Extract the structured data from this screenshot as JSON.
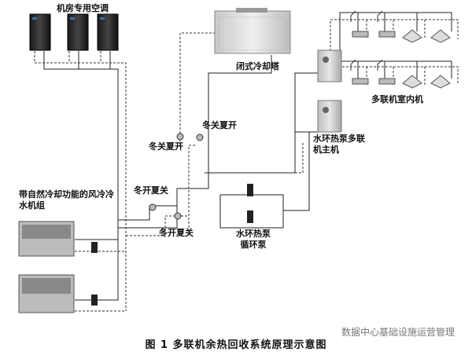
{
  "labels": {
    "crac": "机房专用空调",
    "cooling_tower": "闭式冷却塔",
    "vrf_indoor": "多联机室内机",
    "wshp_host": "水环热泵多联机主机",
    "air_chiller": "带自然冷却功能的风冷冷水机组",
    "valve_1": "冬关夏开",
    "valve_2": "冬关夏开",
    "valve_3": "冬开夏关",
    "valve_4": "冬开夏关",
    "pump": "水环热泵循环泵"
  },
  "caption": "图 1 多联机余热回收系统原理示意图",
  "watermark": "数据中心基础设施运营管理"
}
